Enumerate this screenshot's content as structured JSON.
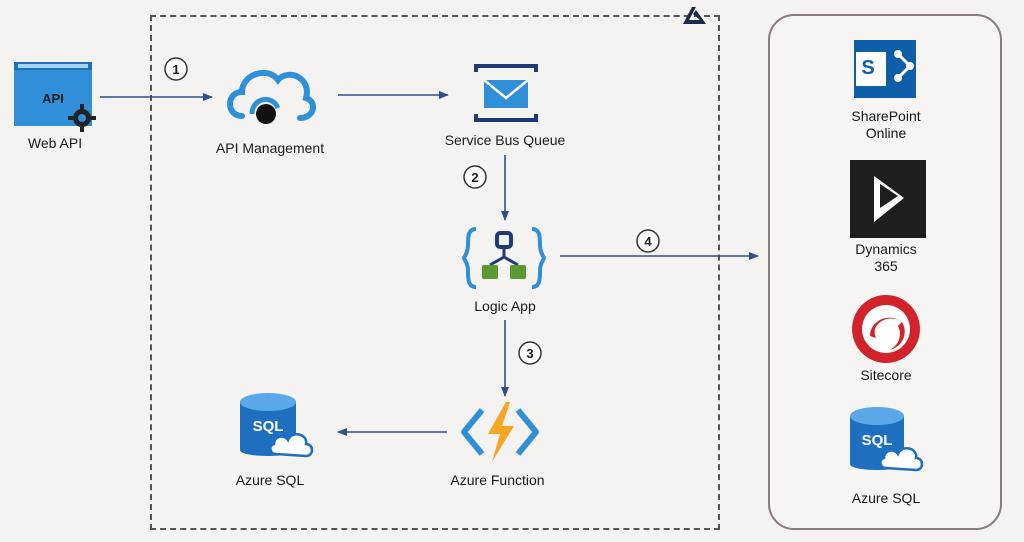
{
  "nodes": {
    "web_api": {
      "label": "Web API",
      "badge": "API"
    },
    "api_management": {
      "label": "API Management"
    },
    "service_bus_queue": {
      "label": "Service Bus Queue"
    },
    "logic_app": {
      "label": "Logic App"
    },
    "azure_function": {
      "label": "Azure Function"
    },
    "azure_sql_internal": {
      "label": "Azure SQL",
      "badge": "SQL"
    },
    "sharepoint": {
      "label_line1": "SharePoint",
      "label_line2": "Online",
      "badge": "S"
    },
    "dynamics": {
      "label_line1": "Dynamics",
      "label_line2": "365"
    },
    "sitecore": {
      "label": "Sitecore"
    },
    "azure_sql_external": {
      "label": "Azure SQL",
      "badge": "SQL"
    }
  },
  "steps": [
    "1",
    "2",
    "3",
    "4"
  ],
  "colors": {
    "arrow": "#2f4f8f",
    "azure_blue": "#2f8fd8",
    "sharepoint": "#0f5fa8",
    "dynamics_bg": "#1e1e1e",
    "sitecore": "#d3232a",
    "sql_blue": "#1e6fc0",
    "logic_green": "#5a9a30",
    "function_orange": "#f5a623"
  }
}
